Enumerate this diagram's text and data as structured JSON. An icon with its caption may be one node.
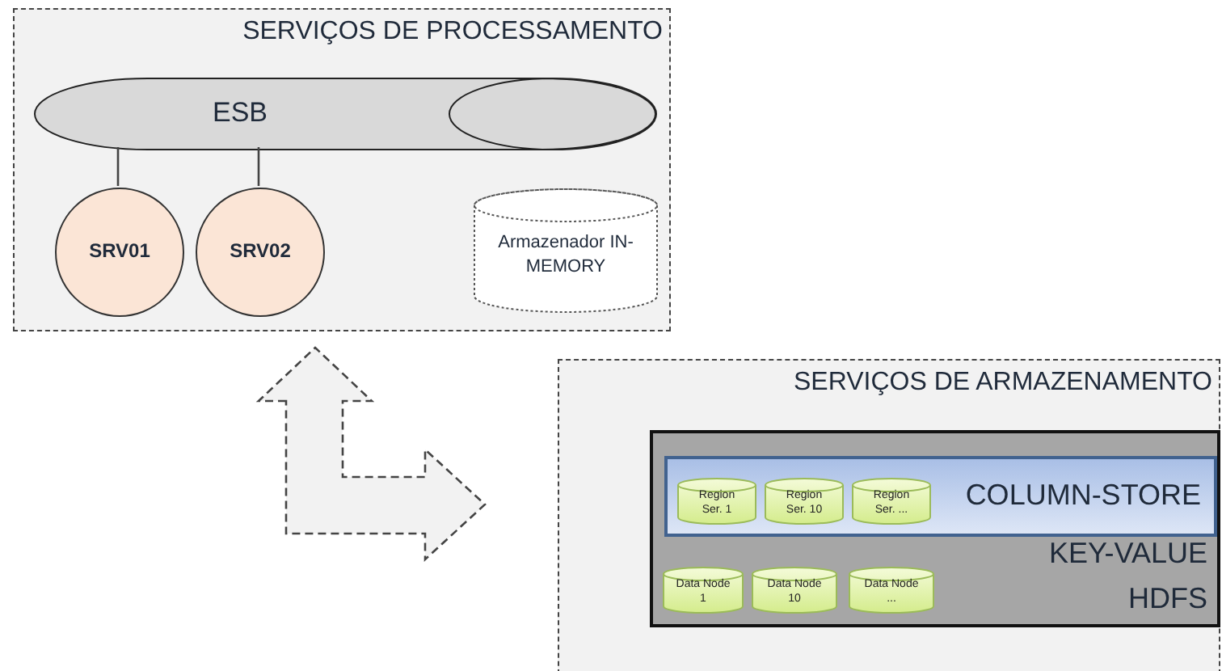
{
  "diagram": {
    "nodes": [
      {
        "text": [
          "SERVIÇOS DE PROCESSAMENTO"
        ]
      },
      {
        "text": [
          "ESB"
        ],
        "in": 0
      },
      {
        "text": [
          "SRV01"
        ],
        "in": 0
      },
      {
        "text": [
          "SRV02"
        ],
        "in": 0
      },
      {
        "text": [
          "Armazenador IN-MEMORY"
        ],
        "in": 0
      },
      {
        "text": [
          "SERVIÇOS DE ARMAZENAMENTO"
        ]
      },
      {
        "text": [
          "KEY-VALUE HDFS"
        ],
        "in": 5
      },
      {
        "text": [
          "COLUMN-STORE"
        ],
        "in": 6
      },
      {
        "text": [
          "Region Ser. 1"
        ],
        "in": 7
      },
      {
        "text": [
          "Region Ser. 10"
        ],
        "in": 7
      },
      {
        "text": [
          "Region Ser. ..."
        ],
        "in": 7
      },
      {
        "text": [
          "Data Node 1"
        ],
        "in": 6
      },
      {
        "text": [
          "Data Node 10"
        ],
        "in": 6
      },
      {
        "text": [
          "Data Node ..."
        ],
        "in": 6
      }
    ],
    "edges": [
      {
        "from": 2,
        "to": 1,
        "arrow": "none"
      },
      {
        "from": 3,
        "to": 1,
        "arrow": "none"
      },
      {
        "from": 0,
        "to": 5,
        "arrow": "both",
        "style": "dashed"
      }
    ]
  }
}
